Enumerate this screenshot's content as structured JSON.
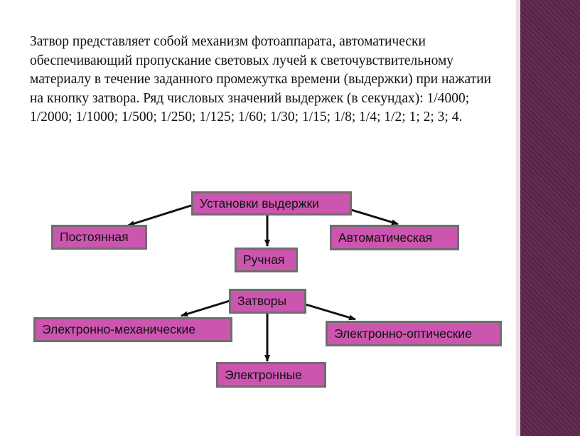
{
  "slide": {
    "paragraph": "Затвор представляет собой механизм фотоаппарата, автоматически обеспечивающий пропускание световых лучей к светочувствительному материалу в течение заданного промежутка времени (выдержки) при нажатии на кнопку затвора. Ряд числовых значений выдержек (в секундах): 1/4000; 1/2000; 1/1000; 1/500; 1/250; 1/125; 1/60; 1/30; 1/15; 1/8; 1/4; 1/2; 1; 2; 3; 4."
  },
  "diagram1": {
    "root": "Установки выдержки",
    "children": [
      "Постоянная",
      "Ручная",
      "Автоматическая"
    ]
  },
  "diagram2": {
    "root": "Затворы",
    "children": [
      "Электронно-механические",
      "Электронные",
      "Электронно-оптические"
    ]
  },
  "colors": {
    "node_fill": "#cc55b0",
    "node_border": "#6e6e6e",
    "sidebar": "#5a2449"
  }
}
